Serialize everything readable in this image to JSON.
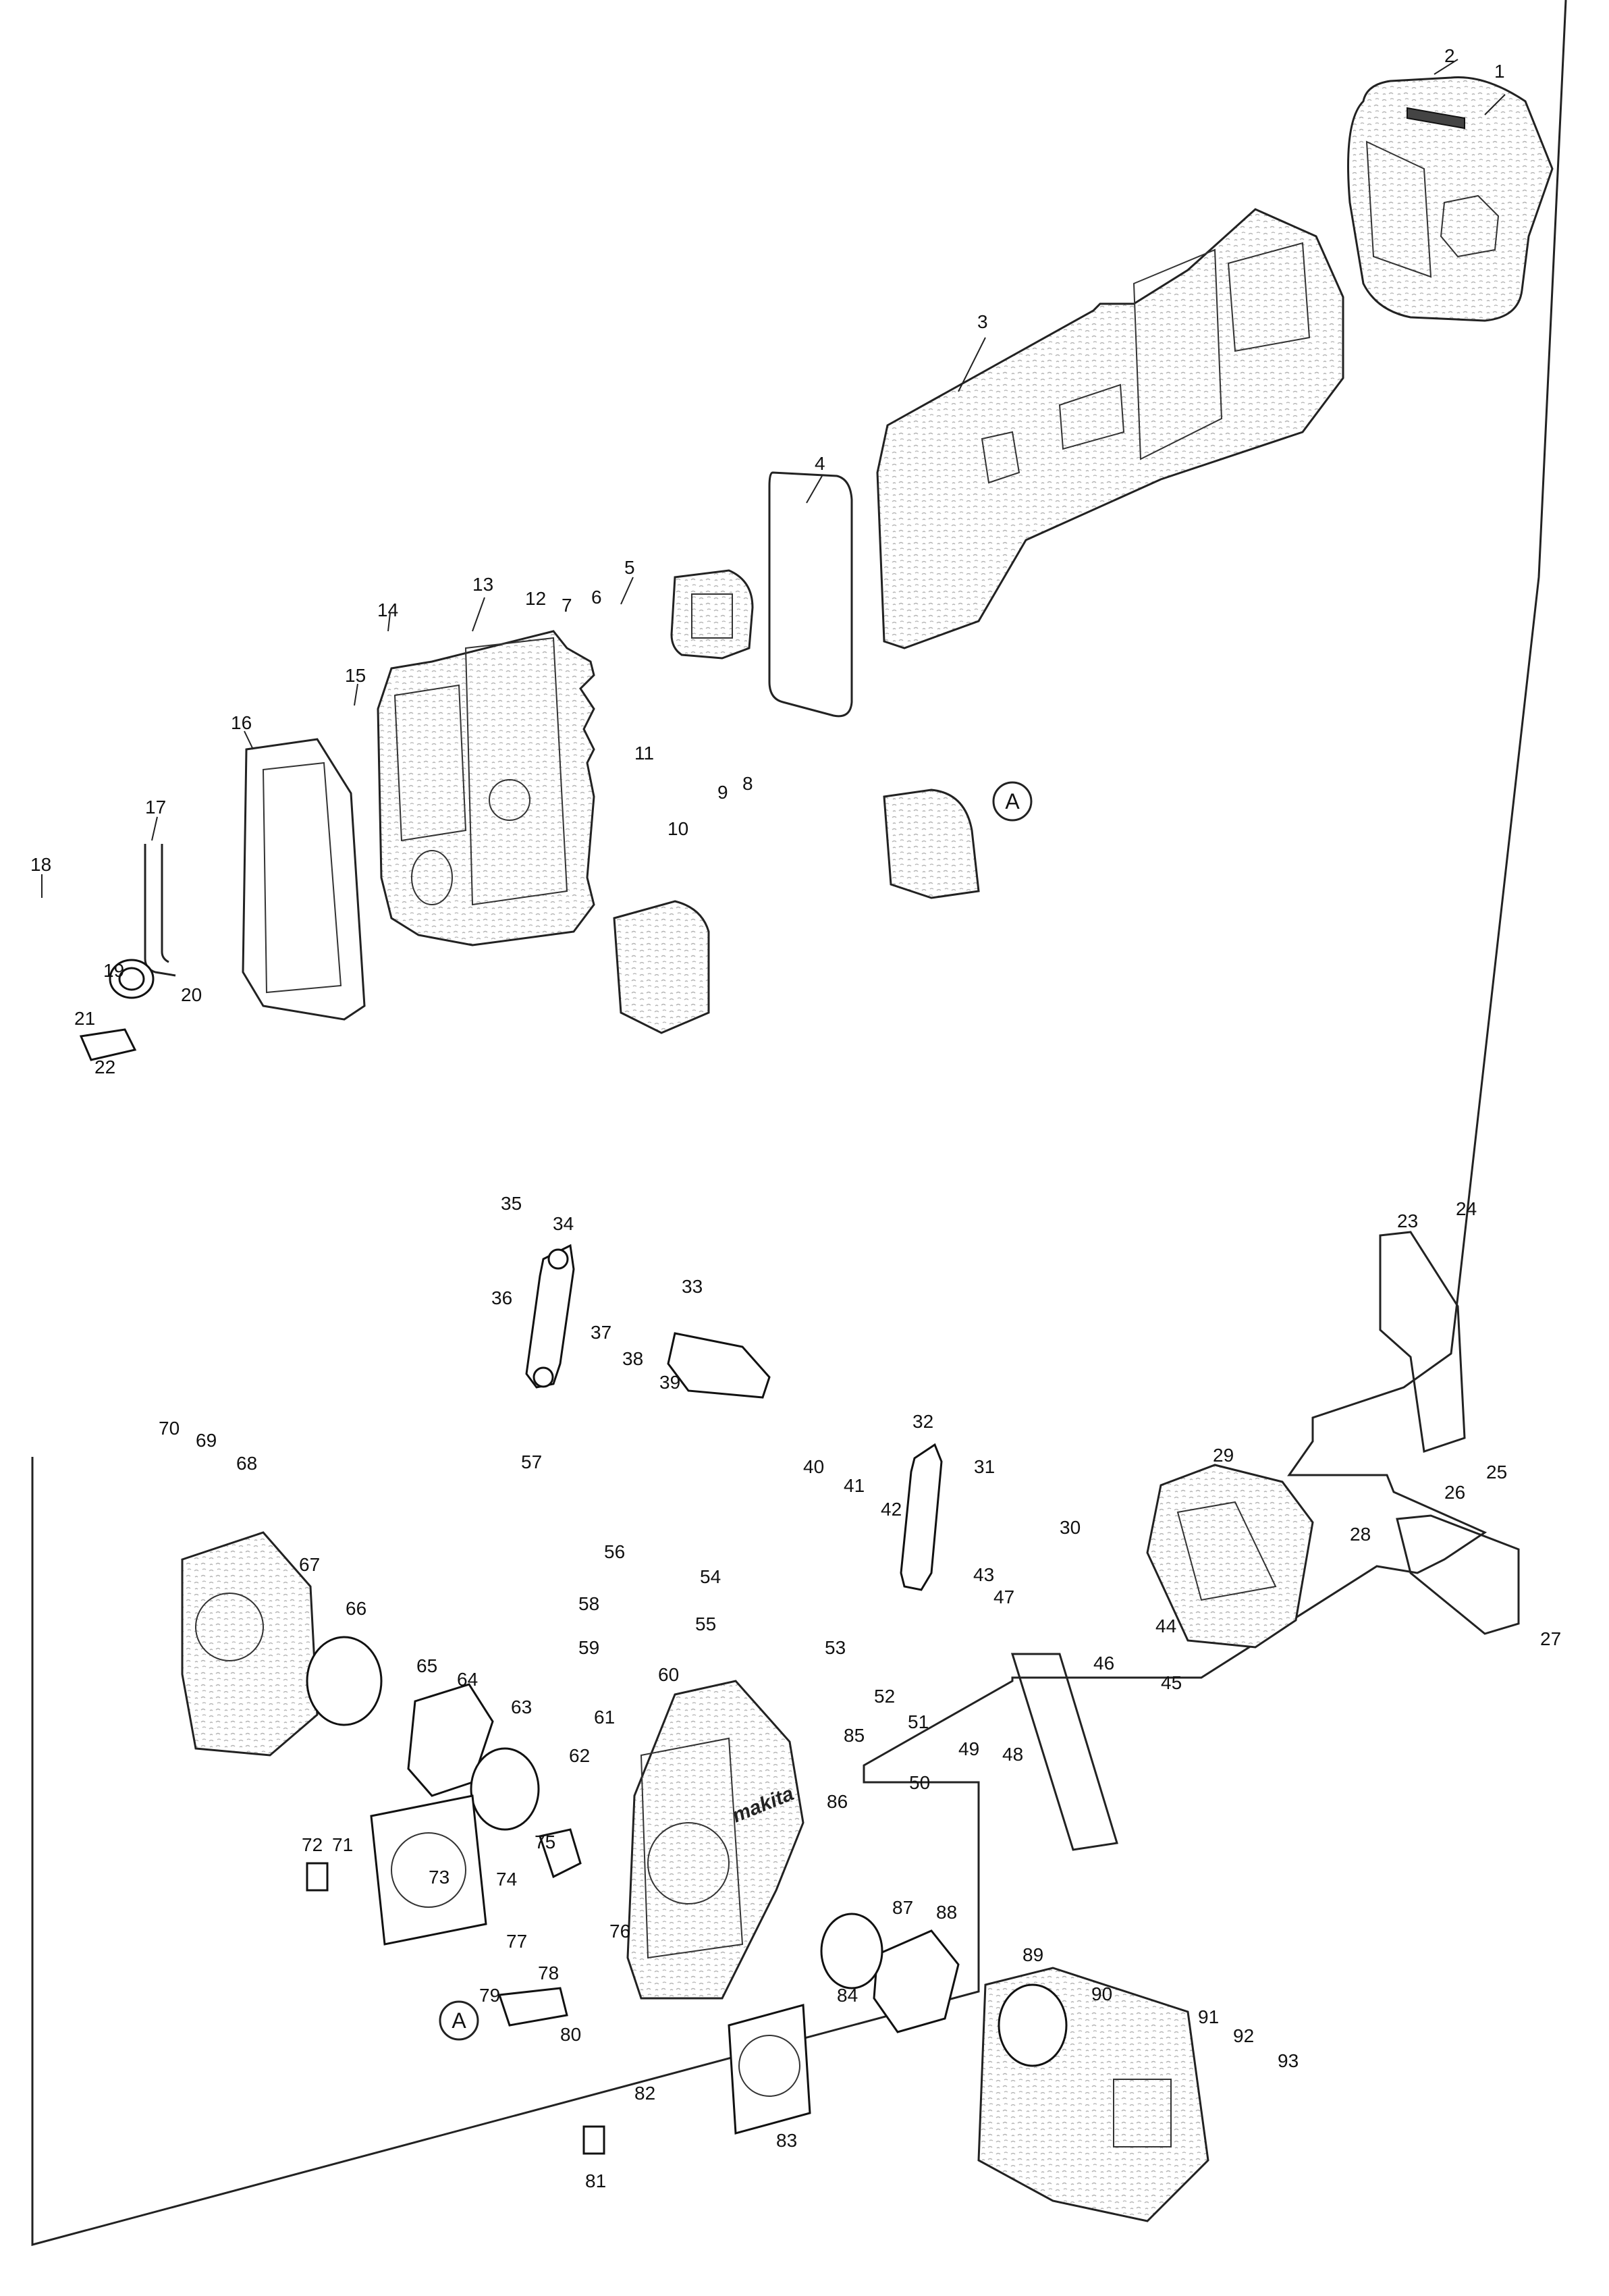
{
  "callouts": [
    "1",
    "2",
    "3",
    "4",
    "5",
    "6",
    "7",
    "8",
    "9",
    "10",
    "11",
    "12",
    "13",
    "14",
    "15",
    "16",
    "17",
    "18",
    "19",
    "20",
    "21",
    "22",
    "23",
    "24",
    "25",
    "26",
    "27",
    "28",
    "29",
    "30",
    "31",
    "32",
    "33",
    "34",
    "35",
    "36",
    "37",
    "38",
    "39",
    "40",
    "41",
    "42",
    "43",
    "44",
    "45",
    "46",
    "47",
    "48",
    "49",
    "50",
    "51",
    "52",
    "53",
    "54",
    "55",
    "56",
    "57",
    "58",
    "59",
    "60",
    "61",
    "62",
    "63",
    "64",
    "65",
    "66",
    "67",
    "68",
    "69",
    "70",
    "71",
    "72",
    "73",
    "74",
    "75",
    "76",
    "77",
    "78",
    "79",
    "80",
    "81",
    "82",
    "83",
    "84",
    "85",
    "86",
    "87",
    "88",
    "89",
    "90",
    "91",
    "92",
    "93"
  ],
  "reference_marks": [
    "A",
    "A"
  ],
  "brand_mark": "makita"
}
